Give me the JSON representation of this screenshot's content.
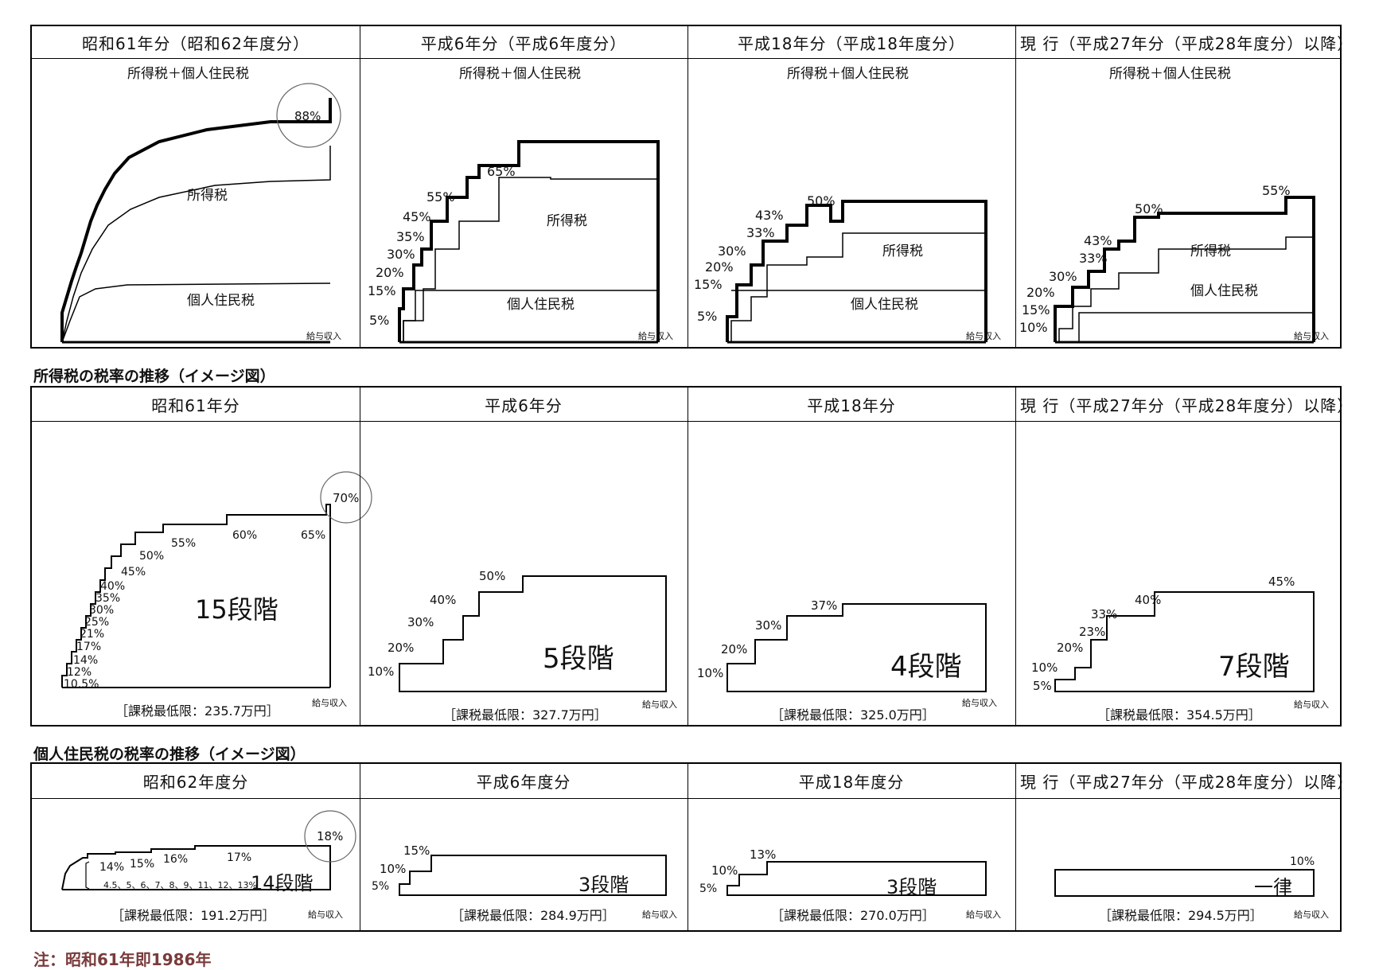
{
  "sections": [
    {
      "title": "",
      "headers": [
        "昭和61年分（昭和62年度分）",
        "平成6年分（平成6年度分）",
        "平成18年分（平成18年度分）",
        "現 行（平成27年分（平成28年度分）以降）"
      ],
      "panels": [
        {
          "top_label": "所得税＋個人住民税",
          "mid_label": "所得税",
          "bottom_label": "個人住民税",
          "axis_label": "給与収入",
          "highlight": "88%"
        },
        {
          "top_label": "所得税＋個人住民税",
          "mid_label": "所得税",
          "bottom_label": "個人住民税",
          "axis_label": "給与収入"
        },
        {
          "top_label": "所得税＋個人住民税",
          "mid_label": "所得税",
          "bottom_label": "個人住民税",
          "axis_label": "給与収入"
        },
        {
          "top_label": "所得税＋個人住民税",
          "mid_label": "所得税",
          "bottom_label": "個人住民税",
          "axis_label": "給与収入"
        }
      ]
    },
    {
      "title": "所得税の税率の推移（イメージ図）",
      "headers": [
        "昭和61年分",
        "平成6年分",
        "平成18年分",
        "現 行（平成27年分（平成28年度分）以降）"
      ],
      "panels": [
        {
          "stages": "15段階",
          "min_limit": "［課税最低限：235.7万円］",
          "axis_label": "給与収入",
          "highlight": "70%"
        },
        {
          "stages": "5段階",
          "min_limit": "［課税最低限：327.7万円］",
          "axis_label": "給与収入"
        },
        {
          "stages": "4段階",
          "min_limit": "［課税最低限：325.0万円］",
          "axis_label": "給与収入"
        },
        {
          "stages": "7段階",
          "min_limit": "［課税最低限：354.5万円］",
          "axis_label": "給与収入"
        }
      ]
    },
    {
      "title": "個人住民税の税率の推移（イメージ図）",
      "headers": [
        "昭和62年度分",
        "平成6年度分",
        "平成18年度分",
        "現 行（平成27年分（平成28年度分）以降）"
      ],
      "panels": [
        {
          "stages": "14段階",
          "min_limit": "［課税最低限：191.2万円］",
          "axis_label": "給与収入",
          "highlight": "18%",
          "low_rates": "4.5、5、6、7、8、9、11、12、13%"
        },
        {
          "stages": "3段階",
          "min_limit": "［課税最低限：284.9万円］",
          "axis_label": "給与収入"
        },
        {
          "stages": "3段階",
          "min_limit": "［課税最低限：270.0万円］",
          "axis_label": "給与収入"
        },
        {
          "stages": "一律",
          "min_limit": "［課税最低限：294.5万円］",
          "axis_label": "給与収入"
        }
      ]
    }
  ],
  "note": "注：昭和61年即1986年",
  "chart_data": [
    {
      "type": "line",
      "chart": "combined-S61",
      "series": [
        {
          "name": "所得税＋個人住民税",
          "values": [
            88
          ]
        },
        {
          "name": "所得税",
          "values": []
        },
        {
          "name": "個人住民税",
          "values": []
        }
      ]
    },
    {
      "type": "line",
      "chart": "combined-H6",
      "rate_labels": [
        "5%",
        "15%",
        "20%",
        "30%",
        "35%",
        "45%",
        "55%",
        "65%"
      ]
    },
    {
      "type": "line",
      "chart": "combined-H18",
      "rate_labels": [
        "5%",
        "15%",
        "20%",
        "30%",
        "33%",
        "43%",
        "50%"
      ]
    },
    {
      "type": "line",
      "chart": "combined-current",
      "rate_labels": [
        "10%",
        "15%",
        "20%",
        "30%",
        "33%",
        "43%",
        "50%",
        "55%"
      ]
    },
    {
      "type": "line",
      "chart": "income-tax-S61",
      "rates": [
        10.5,
        12,
        14,
        17,
        21,
        25,
        30,
        35,
        40,
        45,
        50,
        55,
        60,
        65,
        70
      ]
    },
    {
      "type": "line",
      "chart": "income-tax-H6",
      "rates": [
        10,
        20,
        30,
        40,
        50
      ]
    },
    {
      "type": "line",
      "chart": "income-tax-H18",
      "rates": [
        10,
        20,
        30,
        37
      ]
    },
    {
      "type": "line",
      "chart": "income-tax-current",
      "rates": [
        5,
        10,
        20,
        23,
        33,
        40,
        45
      ]
    },
    {
      "type": "line",
      "chart": "resident-tax-S62",
      "rates": [
        14,
        15,
        16,
        17,
        18
      ]
    },
    {
      "type": "line",
      "chart": "resident-tax-H6",
      "rates": [
        5,
        10,
        15
      ]
    },
    {
      "type": "line",
      "chart": "resident-tax-H18",
      "rates": [
        5,
        10,
        13
      ]
    },
    {
      "type": "line",
      "chart": "resident-tax-current",
      "rates": [
        10
      ]
    }
  ]
}
